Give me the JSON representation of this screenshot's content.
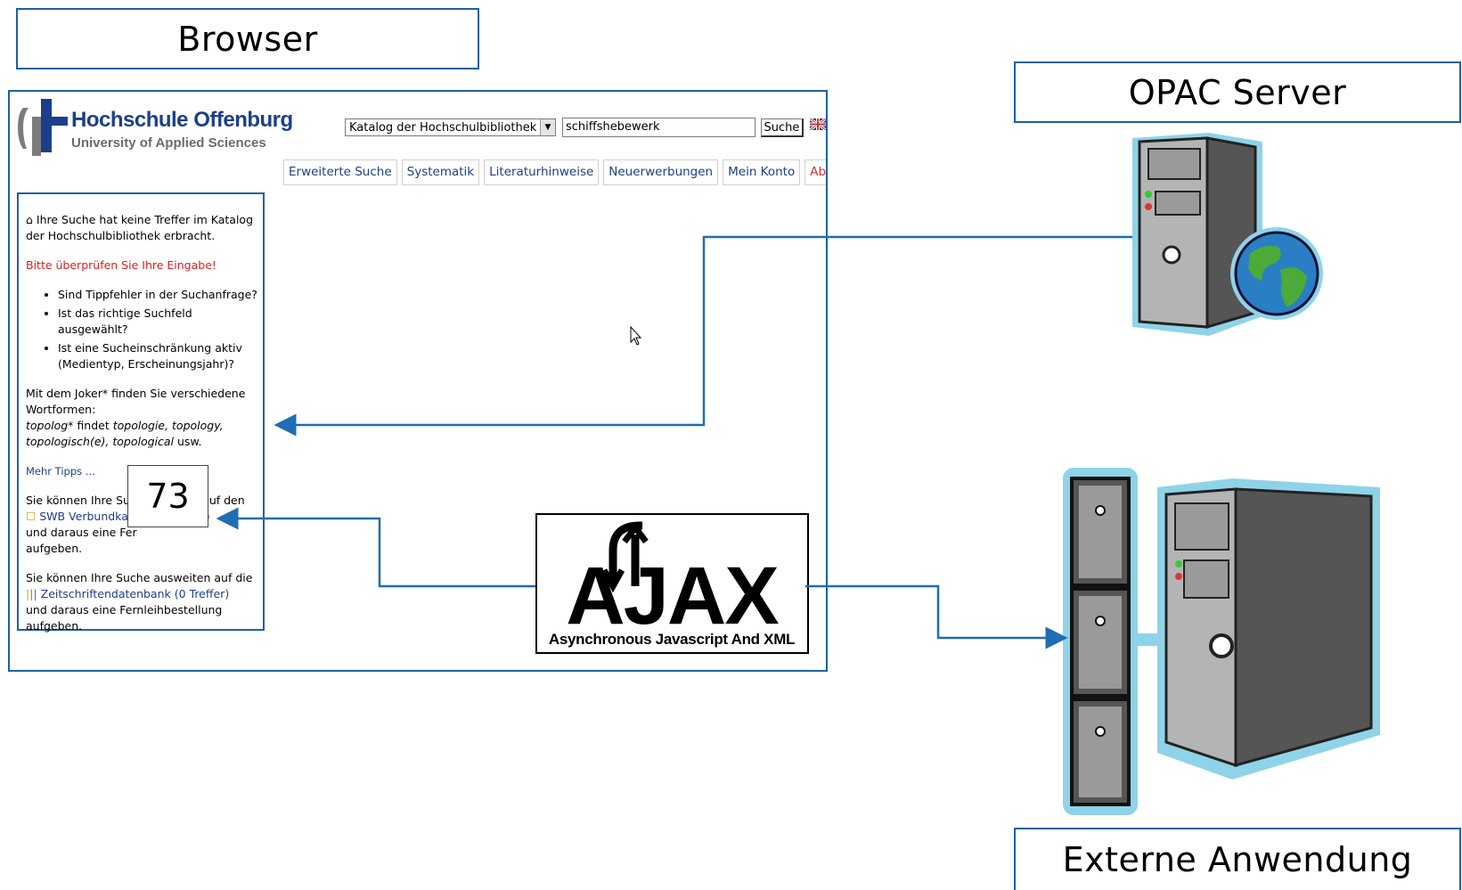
{
  "labels": {
    "browser": "Browser",
    "opac_server": "OPAC Server",
    "external_app": "Externe Anwendung"
  },
  "browser": {
    "logo_title": "Hochschule Offenburg",
    "logo_subtitle": "University of Applied Sciences",
    "catalog_select": "Katalog der Hochschulbibliothek",
    "search_value": "schiffshebewerk",
    "search_button": "Suche",
    "nav": [
      "Erweiterte Suche",
      "Systematik",
      "Literaturhinweise",
      "Neuerwerbungen",
      "Mein Konto",
      "Abmelden"
    ],
    "result": {
      "no_hits": "Ihre Suche hat keine Treffer im Katalog der Hochschulbibliothek erbracht.",
      "check_input": "Bitte überprüfen Sie Ihre Eingabe!",
      "tips": [
        "Sind Tippfehler in der Suchanfrage?",
        "Ist das richtige Suchfeld ausgewählt?",
        "Ist eine Sucheinschränkung aktiv (Medientyp, Erscheinungsjahr)?"
      ],
      "joker_intro": "Mit dem Joker* finden Sie verschiedene Wortformen:",
      "joker_example_1": "topolog*",
      "joker_example_2": " findet ",
      "joker_example_3": "topologie, topology, topologisch(e), topological",
      "joker_example_4": " usw.",
      "more_tips": "Mehr Tipps ...",
      "swb_intro": "Sie können Ihre Suc",
      "swb_intro_end": "uf den",
      "swb_link": "SWB Verbundkat",
      "swb_link_end": ")",
      "swb_after": "und daraus eine Fer",
      "swb_after2": "aufgeben.",
      "zdb_intro": "Sie können Ihre Suche ausweiten auf die",
      "zdb_link": "Zeitschriftendatenbank (0 Treffer)",
      "zdb_after": "und daraus eine Fernleihbestellung aufgeben."
    },
    "hit_count": "73"
  },
  "ajax": {
    "logo_text": "AJAX",
    "subtitle": "Asynchronous Javascript And XML"
  },
  "colors": {
    "frame": "#1f5fa8",
    "arrow": "#1f6db4",
    "server_outline": "#8fd3e8"
  }
}
